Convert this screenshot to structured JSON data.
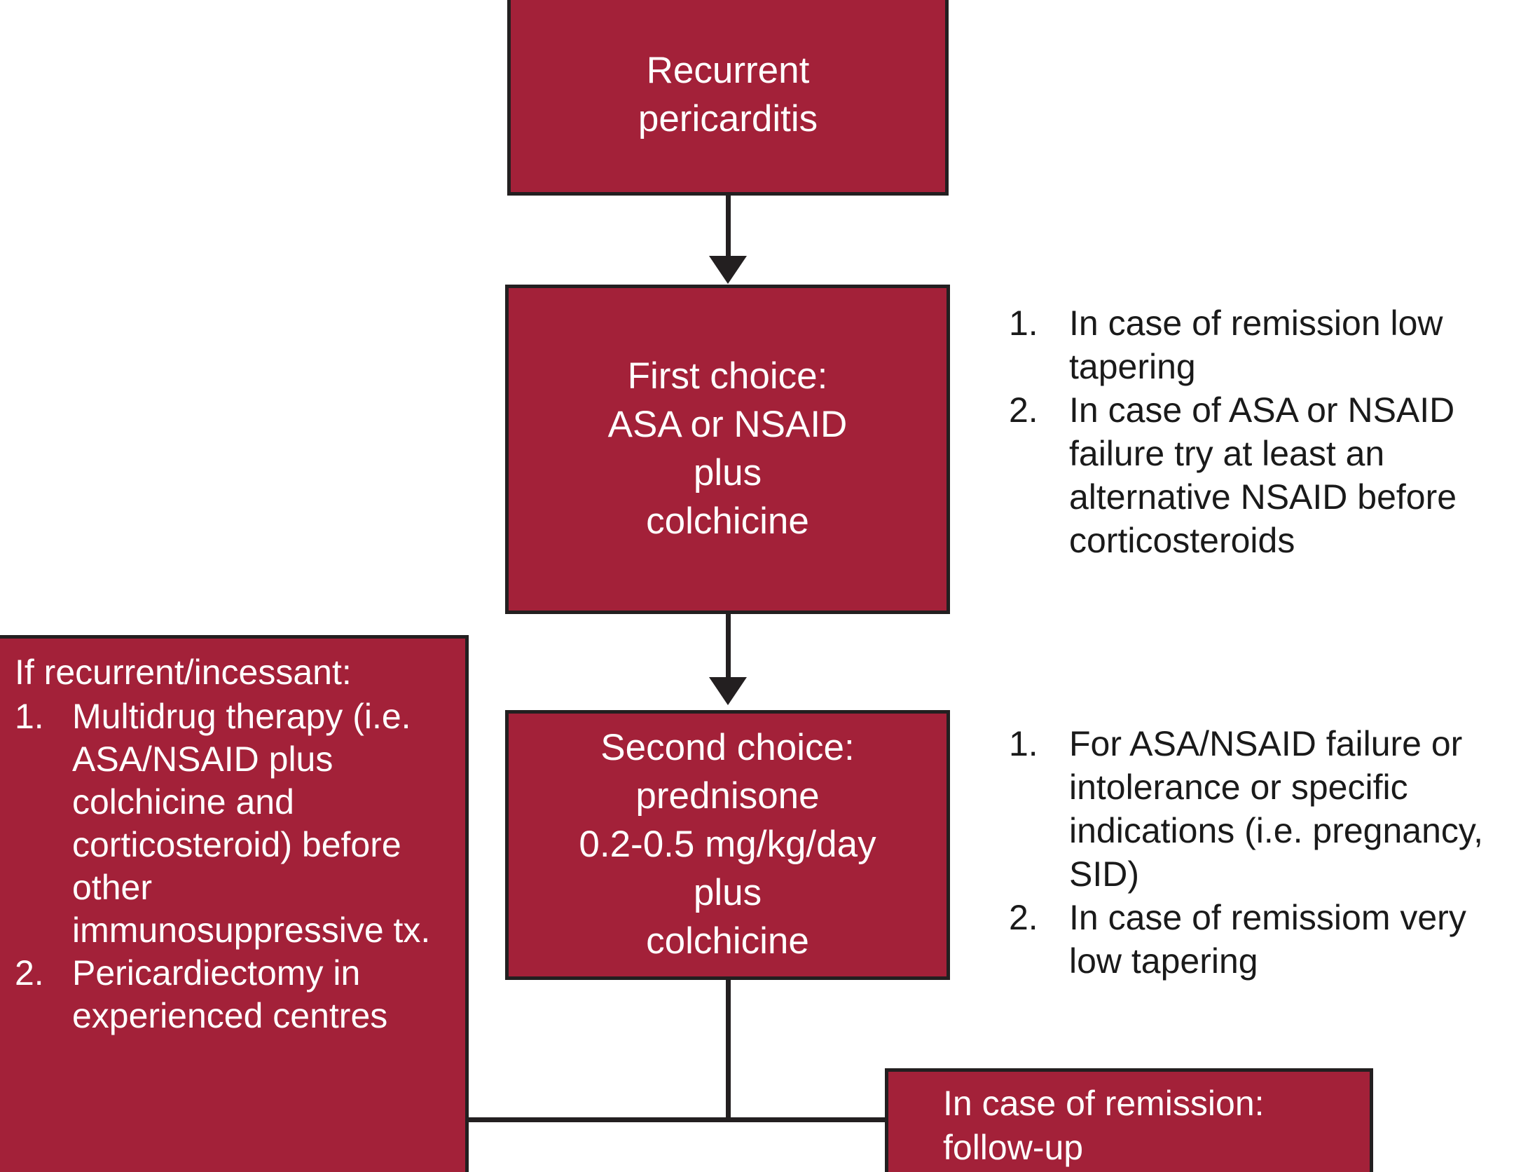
{
  "colors": {
    "box_fill": "#A32139",
    "box_border": "#231f20",
    "box_text": "#ffffff",
    "annotation_text": "#1a1a1a",
    "background": "#ffffff"
  },
  "nodes": {
    "recurrent": {
      "lines": [
        "Recurrent",
        "pericarditis"
      ]
    },
    "first_choice": {
      "lines": [
        "First choice:",
        "ASA or NSAID",
        "plus",
        "colchicine"
      ]
    },
    "second_choice": {
      "lines": [
        "Second choice:",
        "prednisone",
        "0.2-0.5 mg/kg/day",
        "plus",
        "colchicine"
      ]
    },
    "remission": {
      "lines": [
        "In case of remission:",
        "follow-up"
      ]
    },
    "left_panel": {
      "heading": "If recurrent/incessant:",
      "items": [
        {
          "marker": "1.",
          "text": "Multidrug therapy (i.e. ASA/NSAID plus colchicine and corticosteroid) before other immunosuppressive tx."
        },
        {
          "marker": "2.",
          "text": "Pericardiectomy in experienced centres"
        }
      ]
    }
  },
  "annotations": {
    "first_choice_notes": {
      "items": [
        {
          "marker": "1.",
          "text": "In case of remission low tapering"
        },
        {
          "marker": "2.",
          "text": "In case of ASA or NSAID failure try at least an alternative NSAID before corticosteroids"
        }
      ]
    },
    "second_choice_notes": {
      "items": [
        {
          "marker": "1.",
          "text": "For ASA/NSAID failure or intolerance or specific indications (i.e. pregnancy, SID)"
        },
        {
          "marker": "2.",
          "text": "In case of remissiom very low tapering"
        }
      ]
    }
  },
  "connectors": [
    {
      "name": "recurrent-to-first-choice",
      "type": "arrow-down"
    },
    {
      "name": "first-choice-to-second-choice",
      "type": "arrow-down"
    },
    {
      "name": "second-choice-to-branch",
      "type": "line-down"
    },
    {
      "name": "branch-horizontal",
      "type": "line-horizontal"
    }
  ]
}
